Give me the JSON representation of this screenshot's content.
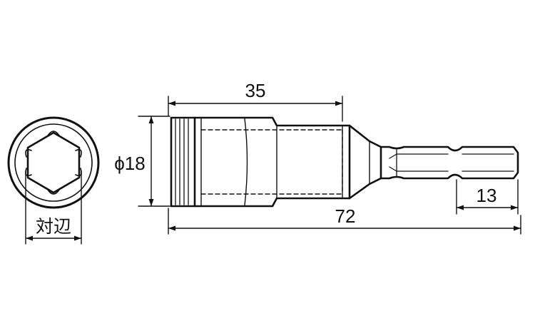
{
  "dimensions": {
    "socket_length": "35",
    "diameter": "ϕ18",
    "overall_length": "72",
    "hex_shank_length": "13",
    "across_flats": "対辺"
  },
  "colors": {
    "line": "#111111",
    "background": "#ffffff"
  }
}
